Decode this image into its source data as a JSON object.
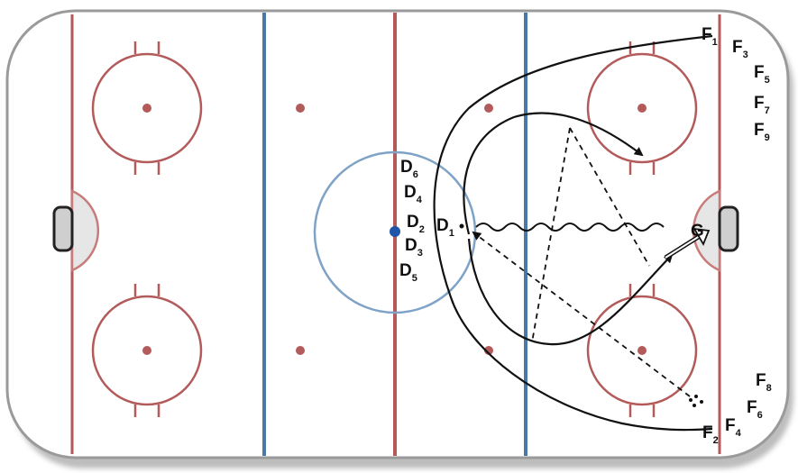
{
  "diagram": {
    "colors": {
      "boards": "#8a8a8a",
      "red_line": "#b35a5a",
      "blue_line": "#4a78a8",
      "center_circle": "#7fa3c6",
      "faceoff": "#b35a5a",
      "crease": "#c77b7b",
      "ink": "#111111"
    },
    "players": {
      "forwards_top": [
        {
          "letter": "F",
          "num": "1"
        },
        {
          "letter": "F",
          "num": "3"
        },
        {
          "letter": "F",
          "num": "5"
        },
        {
          "letter": "F",
          "num": "7"
        },
        {
          "letter": "F",
          "num": "9"
        }
      ],
      "forwards_bottom": [
        {
          "letter": "F",
          "num": "2"
        },
        {
          "letter": "F",
          "num": "4"
        },
        {
          "letter": "F",
          "num": "6"
        },
        {
          "letter": "F",
          "num": "8"
        }
      ],
      "defense": [
        {
          "letter": "D",
          "num": "6"
        },
        {
          "letter": "D",
          "num": "4"
        },
        {
          "letter": "D",
          "num": "2"
        },
        {
          "letter": "D",
          "num": "1"
        },
        {
          "letter": "D",
          "num": "3"
        },
        {
          "letter": "D",
          "num": "5"
        }
      ],
      "goalie": "G"
    },
    "icons": [
      "rink",
      "skating-path",
      "pass-line",
      "puck-carry-wavy",
      "shot-arrow",
      "pucks"
    ]
  }
}
